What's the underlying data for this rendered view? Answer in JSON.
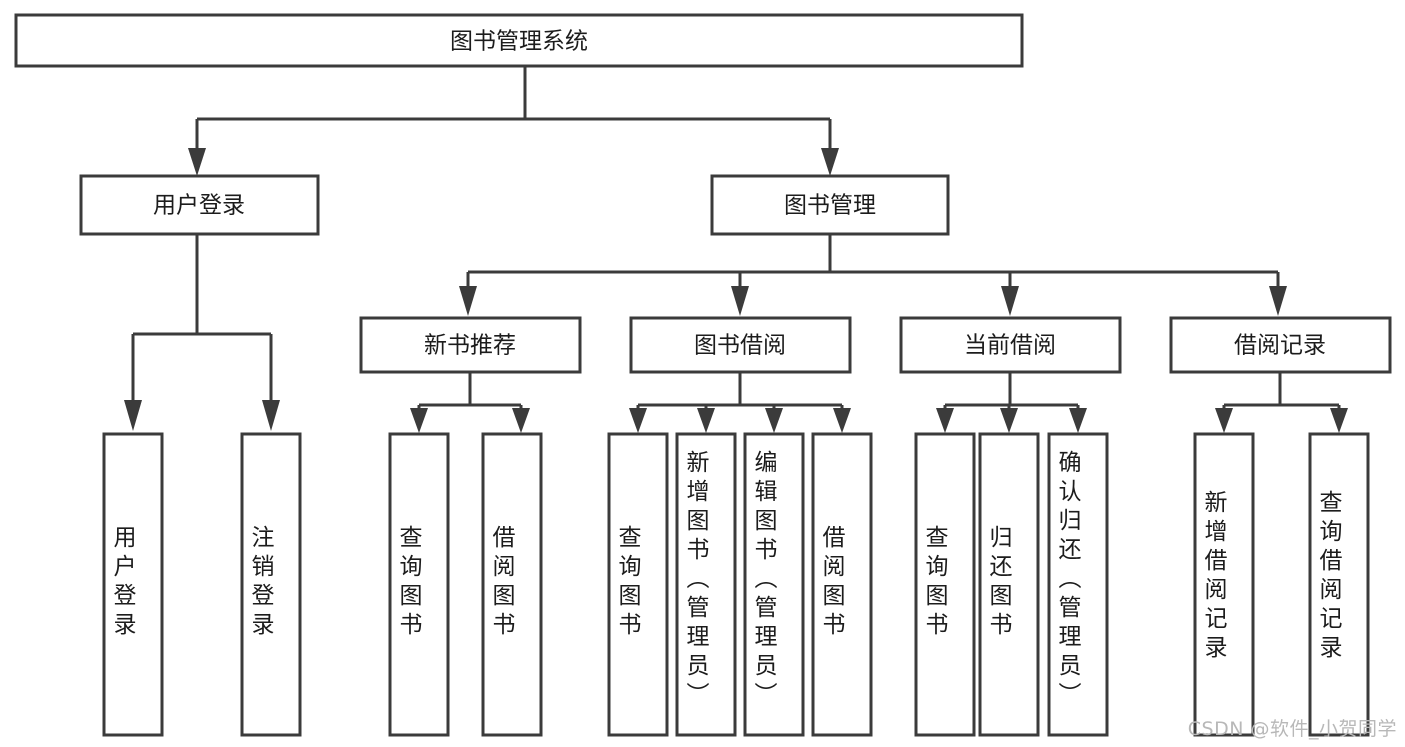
{
  "diagram": {
    "title": "图书管理系统",
    "type": "tree-hierarchy-chart",
    "orientation": "top-down",
    "colors": {
      "box_fill": "#ffffff",
      "box_stroke": "#3b3b3b",
      "text": "#1c1c1c",
      "background": "#ffffff",
      "watermark": "#b8b8b8"
    },
    "root": {
      "label": "图书管理系统"
    },
    "level1": [
      {
        "label": "用户登录"
      },
      {
        "label": "图书管理"
      }
    ],
    "level2": [
      {
        "label": "新书推荐"
      },
      {
        "label": "图书借阅"
      },
      {
        "label": "当前借阅"
      },
      {
        "label": "借阅记录"
      }
    ],
    "leaves": {
      "user_login": [
        {
          "label": "用户登录"
        },
        {
          "label": "注销登录"
        }
      ],
      "new_book_recommend": [
        {
          "label": "查询图书"
        },
        {
          "label": "借阅图书"
        }
      ],
      "book_borrow": [
        {
          "label": "查询图书"
        },
        {
          "label": "新增图书（管理员）"
        },
        {
          "label": "编辑图书（管理员）"
        },
        {
          "label": "借阅图书"
        }
      ],
      "current_borrow": [
        {
          "label": "查询图书"
        },
        {
          "label": "归还图书"
        },
        {
          "label": "确认归还（管理员）"
        }
      ],
      "borrow_record": [
        {
          "label": "新增借阅记录"
        },
        {
          "label": "查询借阅记录"
        }
      ]
    }
  },
  "watermark": {
    "text": "CSDN @软件_小贺同学"
  }
}
